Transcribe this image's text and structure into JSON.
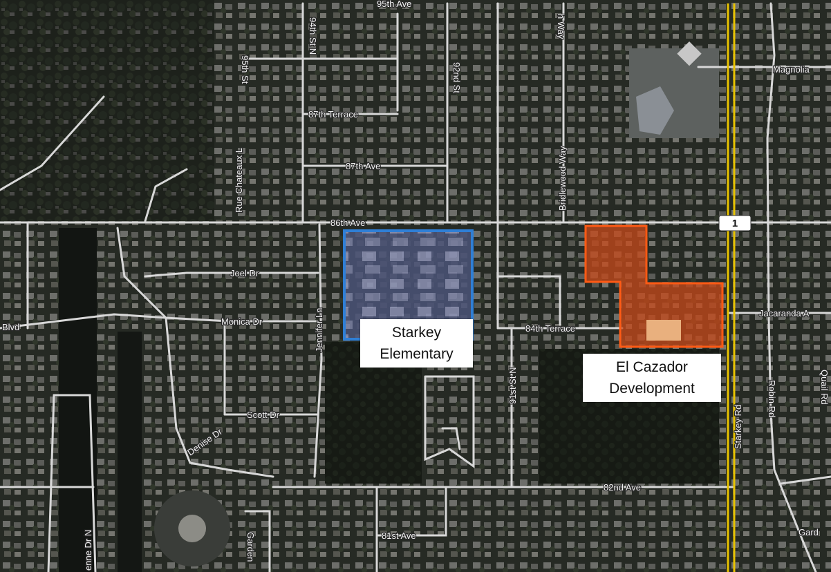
{
  "map": {
    "type": "aerial-satellite",
    "colors": {
      "road": "#d8d8d8",
      "highway": "#e8c300",
      "school_outline": "#2f7fd6",
      "development_fill": "#c8491a",
      "development_outline": "#ff5a14"
    },
    "streets": [
      {
        "id": "95th-ave",
        "label": "95th Ave"
      },
      {
        "id": "95th-st",
        "label": "95th St"
      },
      {
        "id": "94th-st-n",
        "label": "94th St N"
      },
      {
        "id": "92nd-st",
        "label": "92nd St"
      },
      {
        "id": "bridlewood-way-top",
        "label": "h Way"
      },
      {
        "id": "magnolia",
        "label": "Magnolia"
      },
      {
        "id": "87th-terrace",
        "label": "87th Terrace"
      },
      {
        "id": "87th-ave",
        "label": "87th Ave"
      },
      {
        "id": "rue-chateaux",
        "label": "Rue Chateaux L"
      },
      {
        "id": "bridlewood-way",
        "label": "Bridlewood Way"
      },
      {
        "id": "86th-ave",
        "label": "86th Ave"
      },
      {
        "id": "joel-dr",
        "label": "Joel Dr"
      },
      {
        "id": "monica-dr",
        "label": "Monica Dr"
      },
      {
        "id": "jennifer-ln",
        "label": "Jennifer Ln"
      },
      {
        "id": "84th-terrace",
        "label": "84th Terrace"
      },
      {
        "id": "jacaranda",
        "label": "Jacaranda A"
      },
      {
        "id": "blvd",
        "label": "Blvd"
      },
      {
        "id": "scott-dr",
        "label": "Scott Dr"
      },
      {
        "id": "denise-dr",
        "label": "Denise Dr"
      },
      {
        "id": "91st-st-n",
        "label": "91st St N"
      },
      {
        "id": "starkey-rd",
        "label": "Starkey Rd"
      },
      {
        "id": "robin-rd",
        "label": "Robin Rd"
      },
      {
        "id": "quail-rd",
        "label": "Quail Rd"
      },
      {
        "id": "82nd-ave",
        "label": "82nd Ave"
      },
      {
        "id": "81st-ave",
        "label": "81st Ave"
      },
      {
        "id": "anne-dr-n",
        "label": "enne Dr N"
      },
      {
        "id": "garden",
        "label": "Garden"
      },
      {
        "id": "gard",
        "label": "Gard"
      }
    ],
    "route_shield": "1",
    "callouts": {
      "school": [
        "Starkey",
        "Elementary"
      ],
      "development": [
        "El Cazador",
        "Development"
      ]
    }
  }
}
